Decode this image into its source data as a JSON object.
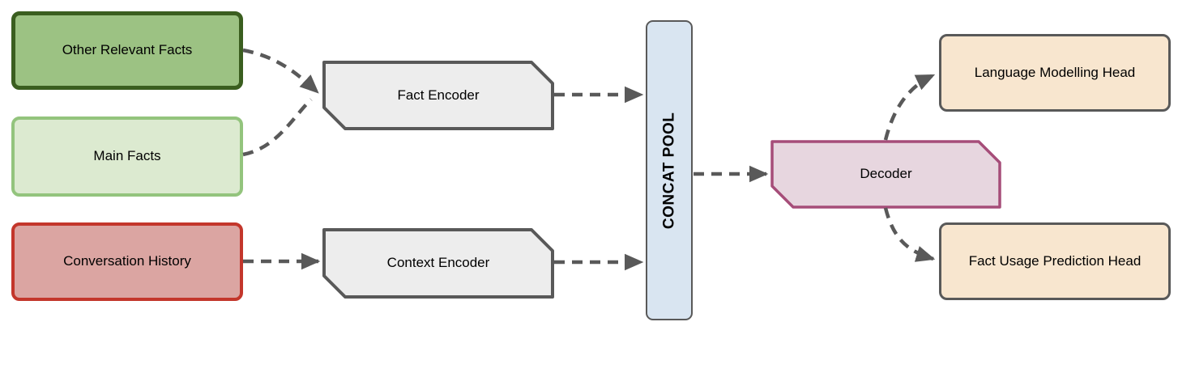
{
  "diagram": {
    "type": "architecture-flowchart",
    "arrow_color": "#595959",
    "nodes": {
      "other_relevant_facts": {
        "label": "Other Relevant Facts",
        "fill": "#9cc283",
        "border": "#3a5e1f",
        "shape": "rounded-rect"
      },
      "main_facts": {
        "label": "Main Facts",
        "fill": "#dcead0",
        "border": "#93c47d",
        "shape": "rounded-rect"
      },
      "conversation_history": {
        "label": "Conversation History",
        "fill": "#dba5a2",
        "border": "#c3362b",
        "shape": "rounded-rect"
      },
      "fact_encoder": {
        "label": "Fact Encoder",
        "fill": "#ededed",
        "border": "#595959",
        "shape": "cut-corner-card"
      },
      "context_encoder": {
        "label": "Context Encoder",
        "fill": "#ededed",
        "border": "#595959",
        "shape": "cut-corner-card"
      },
      "concat_pool": {
        "label": "CONCAT POOL",
        "fill": "#d9e5f1",
        "border": "#595959",
        "shape": "rounded-rect-vertical"
      },
      "decoder": {
        "label": "Decoder",
        "fill": "#e7d6df",
        "border": "#a64d79",
        "shape": "cut-corner-card"
      },
      "language_modelling_head": {
        "label": "Language Modelling Head",
        "fill": "#f8e6cf",
        "border": "#595959",
        "shape": "rounded-rect"
      },
      "fact_usage_prediction_head": {
        "label": "Fact Usage Prediction Head",
        "fill": "#f8e6cf",
        "border": "#595959",
        "shape": "rounded-rect"
      }
    },
    "edges": [
      {
        "from": "other_relevant_facts",
        "to": "fact_encoder",
        "style": "dashed-curve"
      },
      {
        "from": "main_facts",
        "to": "fact_encoder",
        "style": "dashed-curve"
      },
      {
        "from": "conversation_history",
        "to": "context_encoder",
        "style": "dashed-straight"
      },
      {
        "from": "fact_encoder",
        "to": "concat_pool",
        "style": "dashed-straight"
      },
      {
        "from": "context_encoder",
        "to": "concat_pool",
        "style": "dashed-straight"
      },
      {
        "from": "concat_pool",
        "to": "decoder",
        "style": "dashed-straight"
      },
      {
        "from": "decoder",
        "to": "language_modelling_head",
        "style": "dashed-curve"
      },
      {
        "from": "decoder",
        "to": "fact_usage_prediction_head",
        "style": "dashed-curve"
      }
    ]
  }
}
